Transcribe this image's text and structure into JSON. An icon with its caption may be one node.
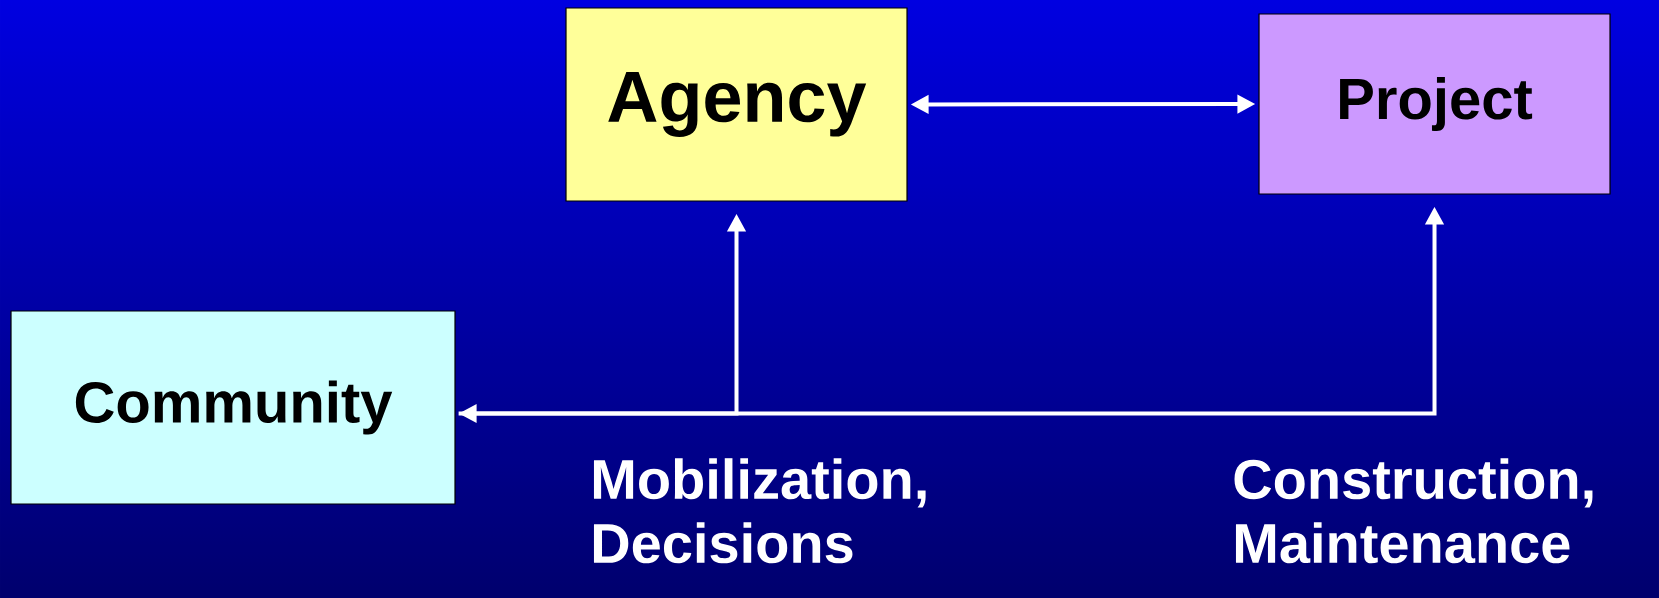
{
  "diagram": {
    "nodes": [
      {
        "text": [
          "Agency"
        ]
      },
      {
        "text": [
          "Project"
        ]
      },
      {
        "text": [
          "Community"
        ]
      }
    ],
    "edges": [
      {
        "from": 0,
        "to": 1,
        "arrow": "both"
      },
      {
        "from": 2,
        "to": 0,
        "arrow": "both",
        "label": "Mobilization, Decisions"
      },
      {
        "from": 2,
        "to": 1,
        "arrow": "to",
        "label": "Construction, Maintenance"
      }
    ]
  }
}
